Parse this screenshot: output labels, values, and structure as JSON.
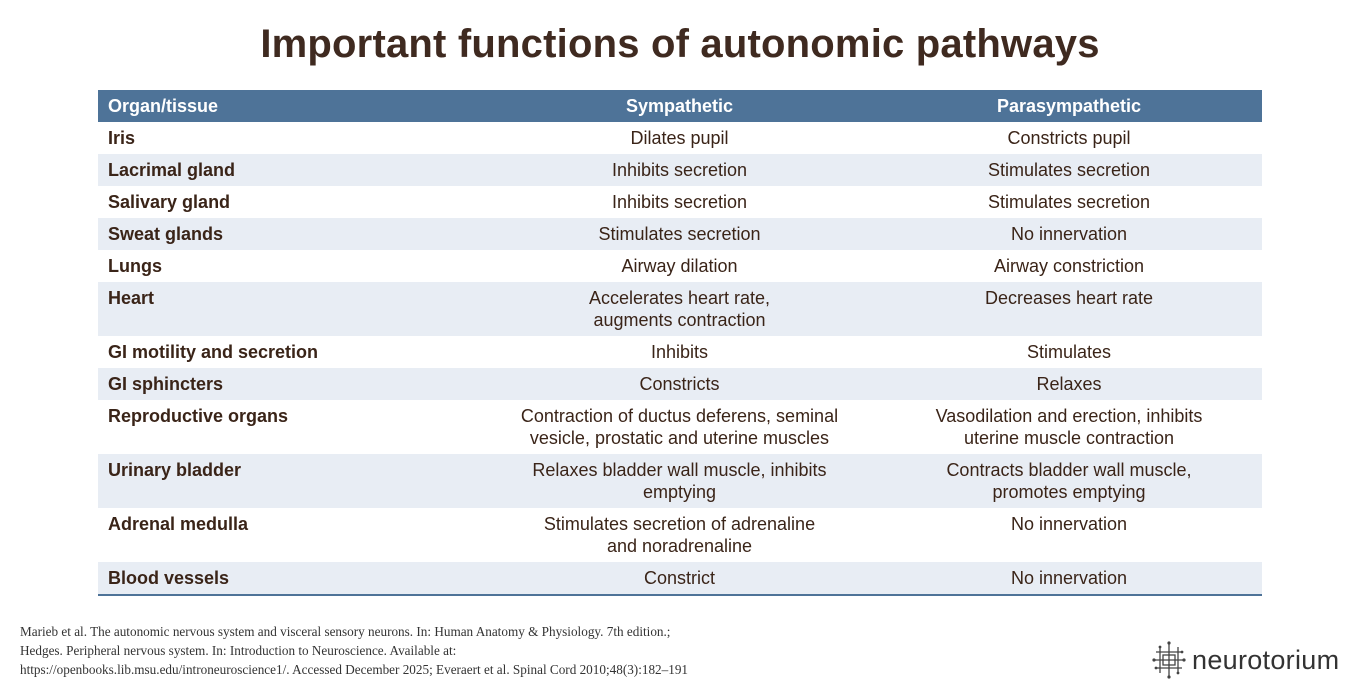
{
  "title": "Important functions of autonomic pathways",
  "table": {
    "headers": [
      "Organ/tissue",
      "Sympathetic",
      "Parasympathetic"
    ],
    "rows": [
      {
        "organ": "Iris",
        "sympathetic": [
          "Dilates pupil"
        ],
        "parasympathetic": [
          "Constricts pupil"
        ]
      },
      {
        "organ": "Lacrimal gland",
        "sympathetic": [
          "Inhibits secretion"
        ],
        "parasympathetic": [
          "Stimulates secretion"
        ]
      },
      {
        "organ": "Salivary gland",
        "sympathetic": [
          "Inhibits secretion"
        ],
        "parasympathetic": [
          "Stimulates secretion"
        ]
      },
      {
        "organ": "Sweat glands",
        "sympathetic": [
          "Stimulates secretion"
        ],
        "parasympathetic": [
          "No innervation"
        ]
      },
      {
        "organ": "Lungs",
        "sympathetic": [
          "Airway dilation"
        ],
        "parasympathetic": [
          "Airway constriction"
        ]
      },
      {
        "organ": "Heart",
        "sympathetic": [
          "Accelerates heart rate,",
          "augments contraction"
        ],
        "parasympathetic": [
          "Decreases heart rate"
        ]
      },
      {
        "organ": "GI motility and secretion",
        "sympathetic": [
          "Inhibits"
        ],
        "parasympathetic": [
          "Stimulates"
        ]
      },
      {
        "organ": "GI sphincters",
        "sympathetic": [
          "Constricts"
        ],
        "parasympathetic": [
          "Relaxes"
        ]
      },
      {
        "organ": "Reproductive organs",
        "sympathetic": [
          "Contraction of ductus deferens, seminal",
          "vesicle, prostatic and uterine muscles"
        ],
        "parasympathetic": [
          "Vasodilation and erection, inhibits",
          "uterine muscle contraction"
        ]
      },
      {
        "organ": "Urinary bladder",
        "sympathetic": [
          "Relaxes bladder wall muscle, inhibits",
          "emptying"
        ],
        "parasympathetic": [
          "Contracts bladder wall muscle,",
          "promotes emptying"
        ]
      },
      {
        "organ": "Adrenal medulla",
        "sympathetic": [
          "Stimulates secretion of adrenaline",
          "and noradrenaline"
        ],
        "parasympathetic": [
          "No innervation"
        ]
      },
      {
        "organ": "Blood vessels",
        "sympathetic": [
          "Constrict"
        ],
        "parasympathetic": [
          "No innervation"
        ]
      }
    ]
  },
  "references": [
    "Marieb et al. The autonomic nervous system and visceral sensory neurons. In: Human Anatomy & Physiology. 7th edition.;",
    "Hedges. Peripheral nervous system. In: Introduction to Neuroscience. Available at:",
    "https://openbooks.lib.msu.edu/introneuroscience1/. Accessed December 2025; Everaert et al. Spinal Cord 2010;48(3):182–191"
  ],
  "logo": {
    "text": "neurotorium",
    "icon": "neuron-grid-icon"
  },
  "colors": {
    "header_bg": "#4e7398",
    "row_alt_bg": "#e8edf4",
    "text": "#3a2418"
  }
}
